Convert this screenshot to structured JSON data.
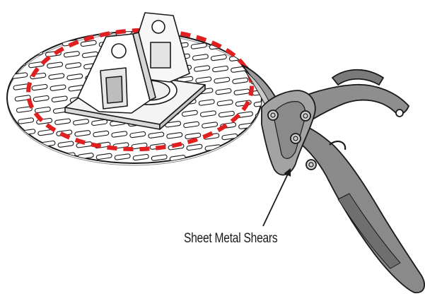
{
  "diagram": {
    "callout_label": "Sheet Metal Shears"
  },
  "colors": {
    "cut_line": "#e02020",
    "shears_body": "#8e8e8e",
    "shears_dark": "#5e5e5e",
    "outline": "#1a1a1a",
    "plate": "#ffffff"
  },
  "icons": {
    "plate": "perforated-base-plate",
    "bracket": "mounting-bracket",
    "tool": "sheet-metal-shears",
    "pointer": "arrow"
  }
}
